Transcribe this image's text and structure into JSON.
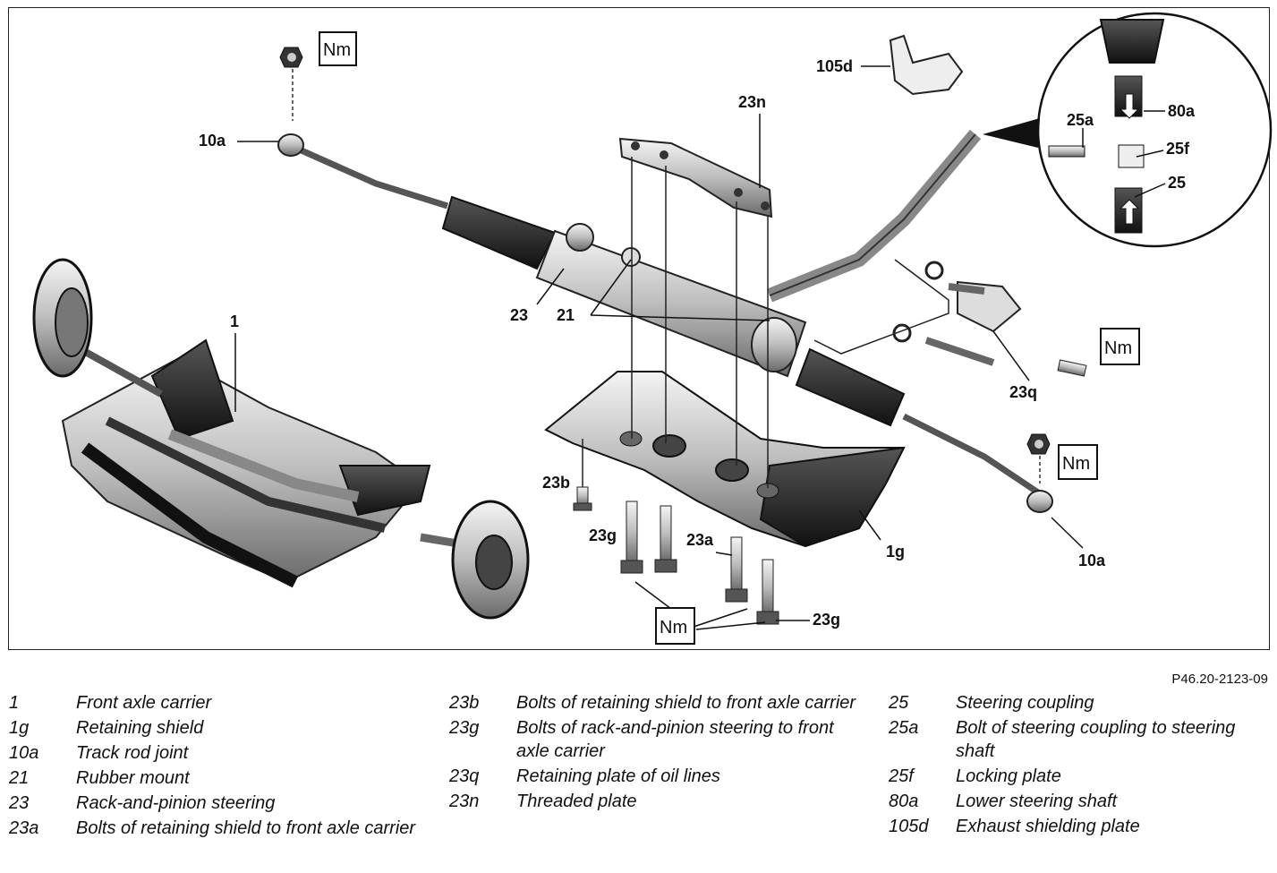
{
  "figure_code": "P46.20-2123-09",
  "torque_symbol": "Nm",
  "callouts": {
    "c_10a_left": "10a",
    "c_10a_right": "10a",
    "c_105d": "105d",
    "c_23n": "23n",
    "c_25a": "25a",
    "c_80a": "80a",
    "c_25f": "25f",
    "c_25": "25",
    "c_1": "1",
    "c_23": "23",
    "c_21": "21",
    "c_23q": "23q",
    "c_23b": "23b",
    "c_23g_left": "23g",
    "c_23a": "23a",
    "c_23g_right": "23g",
    "c_1g": "1g"
  },
  "legend": {
    "col1": [
      {
        "num": "1",
        "text": "Front axle carrier"
      },
      {
        "num": "1g",
        "text": "Retaining shield"
      },
      {
        "num": "10a",
        "text": "Track rod joint"
      },
      {
        "num": "21",
        "text": "Rubber mount"
      },
      {
        "num": "23",
        "text": "Rack-and-pinion steering"
      },
      {
        "num": "23a",
        "text": "Bolts of retaining shield to front axle carrier"
      }
    ],
    "col2": [
      {
        "num": "23b",
        "text": "Bolts of retaining shield to front axle carrier"
      },
      {
        "num": "23g",
        "text": "Bolts of rack-and-pinion steering to front axle carrier"
      },
      {
        "num": "23q",
        "text": "Retaining plate of oil lines"
      },
      {
        "num": "23n",
        "text": "Threaded plate"
      }
    ],
    "col3": [
      {
        "num": "25",
        "text": "Steering coupling"
      },
      {
        "num": "25a",
        "text": "Bolt of steering coupling to steering shaft"
      },
      {
        "num": "25f",
        "text": "Locking plate"
      },
      {
        "num": "80a",
        "text": "Lower steering shaft"
      },
      {
        "num": "105d",
        "text": "Exhaust shielding plate"
      }
    ]
  }
}
